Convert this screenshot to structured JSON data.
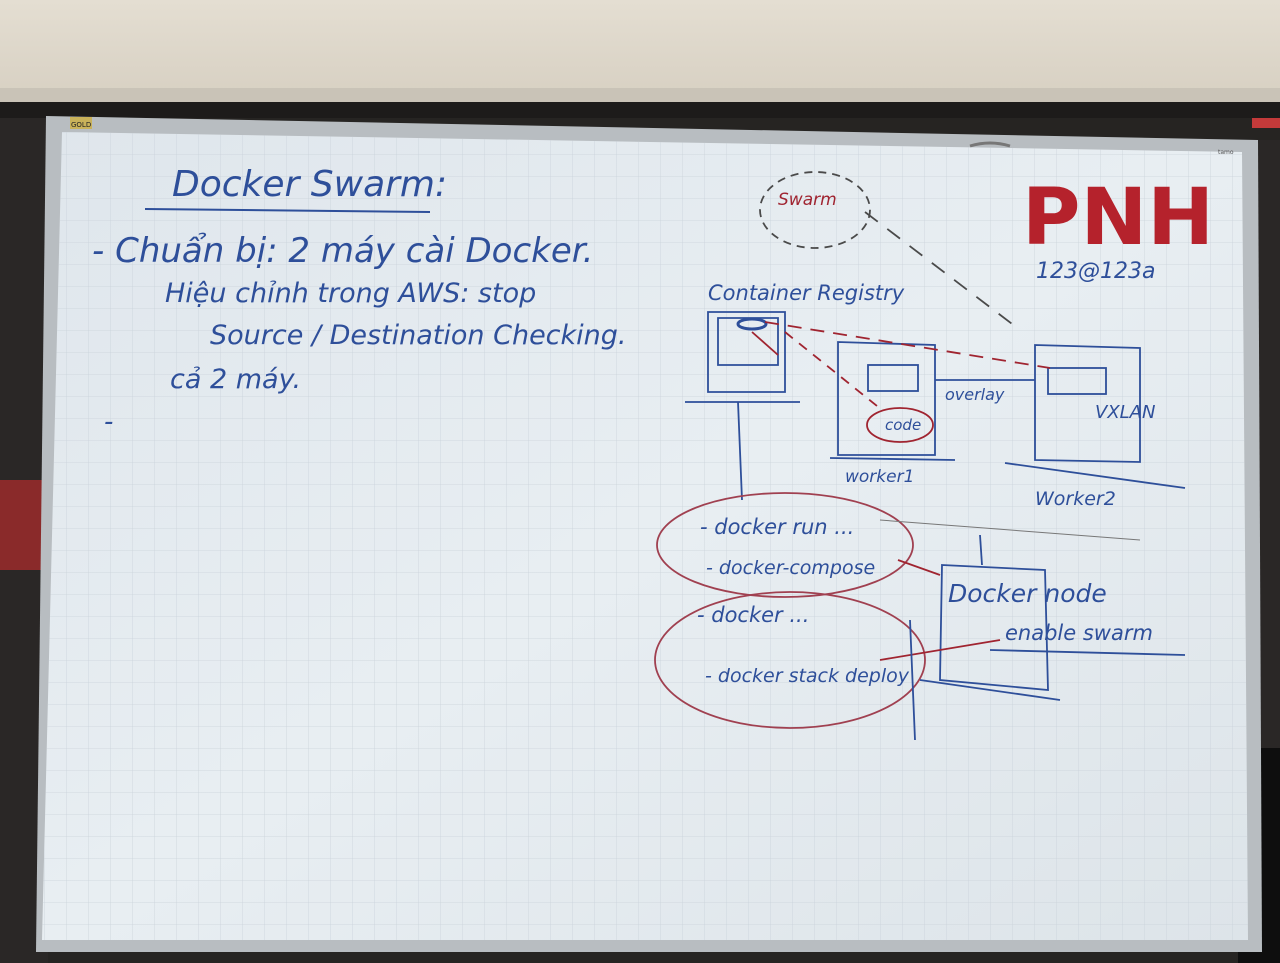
{
  "board": {
    "brand_tag": "GOLD",
    "corner_mark": "tamo"
  },
  "logo": {
    "text": "PNH",
    "password": "123@123a"
  },
  "notes": {
    "title": "Docker Swarm:",
    "line1": "- Chuẩn bị: 2 máy cài Docker.",
    "line2": "Hiệu chỉnh trong AWS: stop",
    "line3": "Source / Destination Checking.",
    "line4": "cả 2 máy.",
    "line5": "-"
  },
  "diagram": {
    "swarm": "Swarm",
    "registry": "Container Registry",
    "code": "code",
    "overlay": "overlay",
    "vxlan": "VXLAN",
    "worker1": "worker1",
    "worker2": "Worker2",
    "cmd_run": "- docker run ...",
    "cmd_compose": "- docker-compose",
    "cmd_docker": "- docker ...",
    "cmd_stack": "- docker stack deploy",
    "node": "Docker node",
    "enable": "enable swarm"
  },
  "colors": {
    "marker_blue": "#2e4f9a",
    "marker_red": "#a02430",
    "board_white": "#e6ecf0",
    "logo_red": "#b5222c"
  }
}
